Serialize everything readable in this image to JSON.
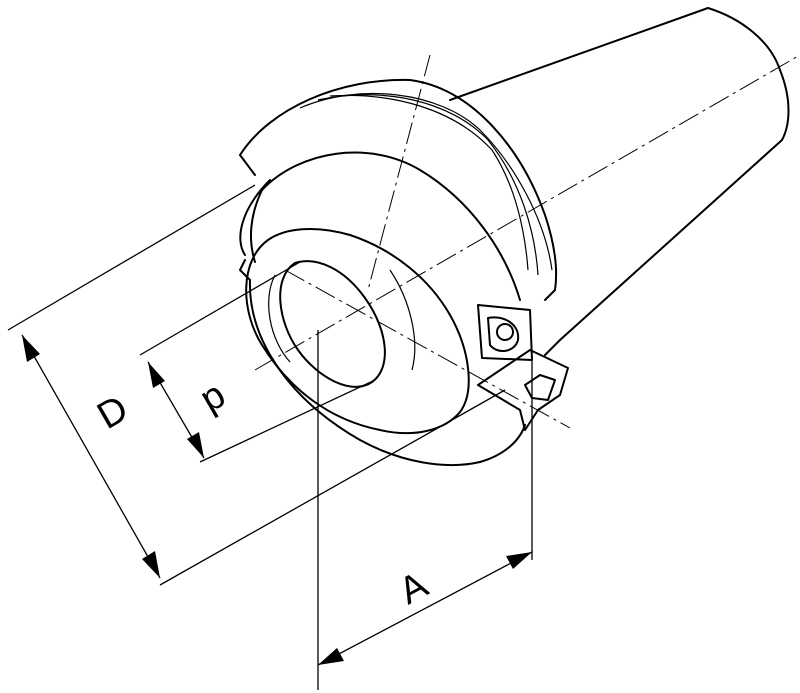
{
  "dimensions": {
    "outer_diameter_label": "D",
    "bore_diameter_label": "d",
    "length_label": "A"
  }
}
